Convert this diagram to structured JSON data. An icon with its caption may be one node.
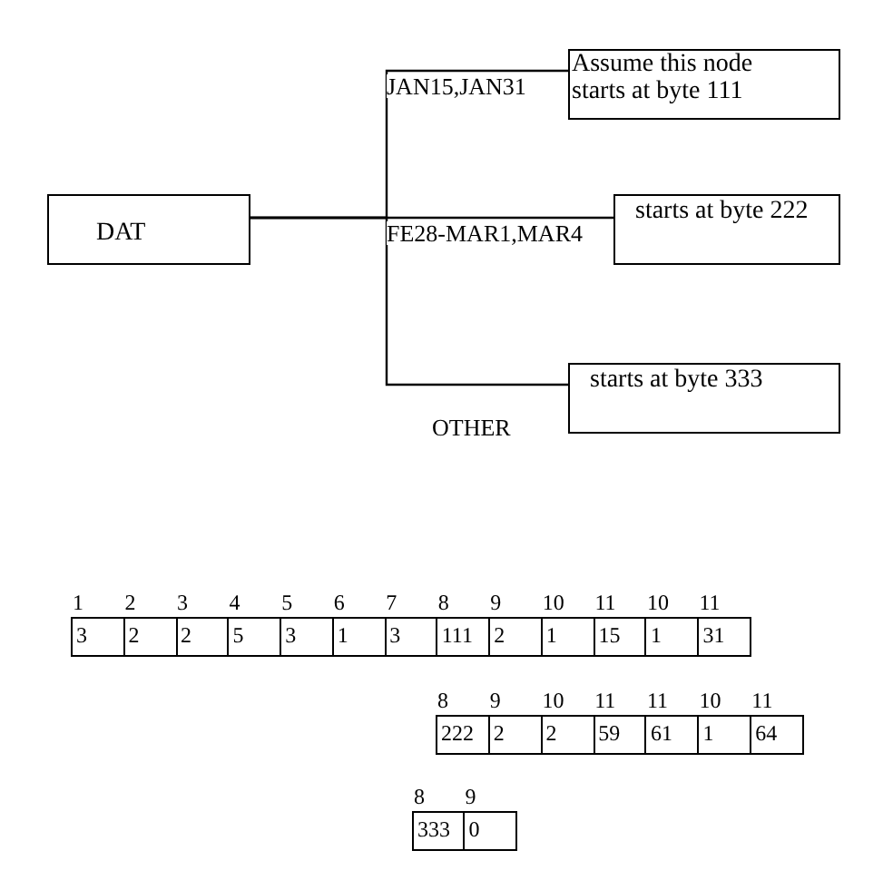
{
  "diagram": {
    "nodes": [
      {
        "text": [
          "DAT"
        ]
      },
      {
        "text": [
          "Assume this node starts at byte 111"
        ]
      },
      {
        "text": [
          "starts at byte 222"
        ]
      },
      {
        "text": [
          "starts at byte 333"
        ]
      }
    ],
    "edges": [
      {
        "from": 0,
        "to": 1,
        "arrow": "none",
        "label": "JAN15,JAN31"
      },
      {
        "from": 0,
        "to": 2,
        "arrow": "none",
        "label": "FE28-MAR1,MAR4"
      },
      {
        "from": 0,
        "to": 3,
        "arrow": "none",
        "label": "OTHER"
      }
    ],
    "labels": [
      "1",
      "2",
      "3",
      "4",
      "5",
      "6",
      "7",
      "8",
      "9",
      "10",
      "11",
      "10",
      "11",
      "3",
      "2",
      "2",
      "5",
      "3",
      "1",
      "3",
      "111",
      "2",
      "1",
      "15",
      "1",
      "31",
      "8",
      "9",
      "10",
      "11",
      "11",
      "10",
      "11",
      "222",
      "2",
      "2",
      "59",
      "61",
      "1",
      "64",
      "8",
      "9",
      "333",
      "0"
    ]
  }
}
